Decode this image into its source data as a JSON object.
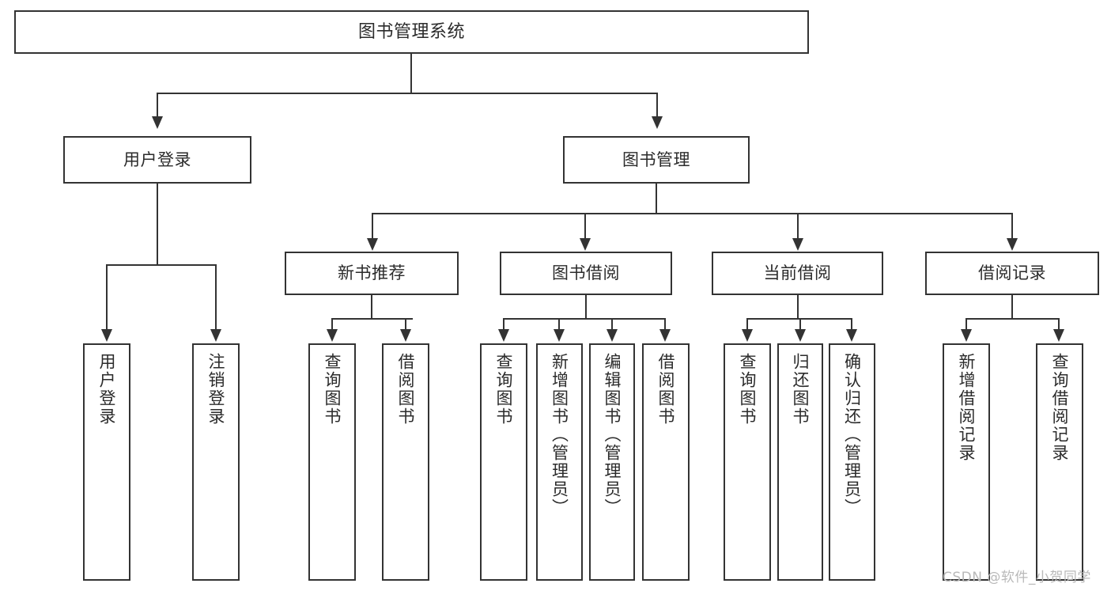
{
  "diagram": {
    "title": "图书管理系统",
    "type": "tree-hierarchy-diagram",
    "colors": {
      "stroke": "#333333",
      "fill": "#ffffff",
      "text": "#2b2b2b",
      "watermark": "#b9b9b9"
    },
    "root": {
      "label": "图书管理系统"
    },
    "level1": [
      {
        "label": "用户登录"
      },
      {
        "label": "图书管理"
      }
    ],
    "level2": [
      {
        "label": "新书推荐"
      },
      {
        "label": "图书借阅"
      },
      {
        "label": "当前借阅"
      },
      {
        "label": "借阅记录"
      }
    ],
    "leaves": {
      "user_login": [
        {
          "label": "用户登录"
        },
        {
          "label": "注销登录"
        }
      ],
      "new_book_recommend": [
        {
          "label": "查询图书"
        },
        {
          "label": "借阅图书"
        }
      ],
      "book_borrow": [
        {
          "label": "查询图书"
        },
        {
          "label": "新增图书（管理员）"
        },
        {
          "label": "编辑图书（管理员）"
        },
        {
          "label": "借阅图书"
        }
      ],
      "current_borrow": [
        {
          "label": "查询图书"
        },
        {
          "label": "归还图书"
        },
        {
          "label": "确认归还（管理员）"
        }
      ],
      "borrow_record": [
        {
          "label": "新增借阅记录"
        },
        {
          "label": "查询借阅记录"
        }
      ]
    }
  },
  "watermark": {
    "text": "CSDN @软件_小贺同学"
  }
}
